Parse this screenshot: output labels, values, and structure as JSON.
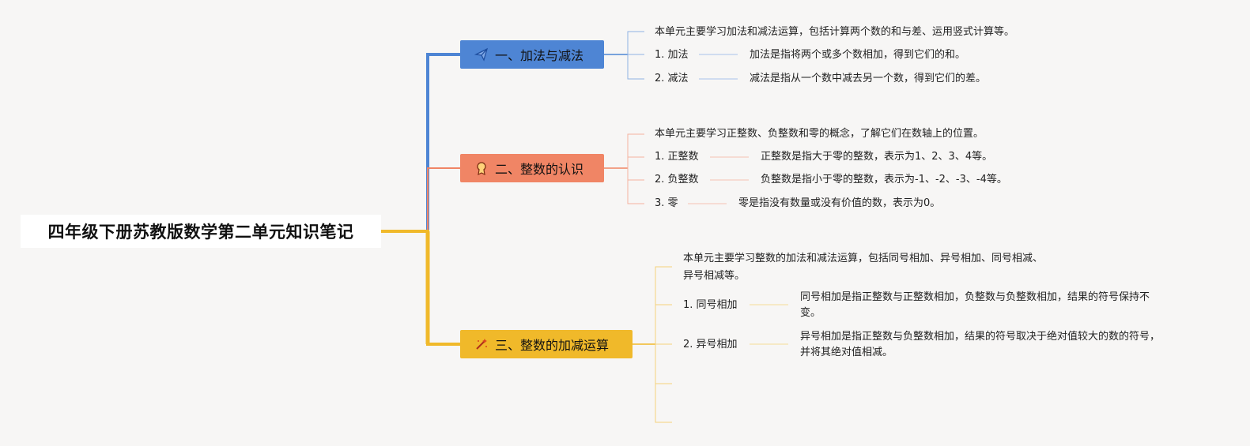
{
  "root": {
    "title": "四年级下册苏教版数学第二单元知识笔记"
  },
  "branches": [
    {
      "title": "一、加法与减法",
      "icon": "paper-plane-icon",
      "color": "#4e85d4",
      "summary": "本单元主要学习加法和减法运算，包括计算两个数的和与差、运用竖式计算等。",
      "items": [
        {
          "label": "1. 加法",
          "desc": "加法是指将两个或多个数相加，得到它们的和。"
        },
        {
          "label": "2. 减法",
          "desc": "减法是指从一个数中减去另一个数，得到它们的差。"
        }
      ]
    },
    {
      "title": "二、整数的认识",
      "icon": "award-ribbon-icon",
      "color": "#f08565",
      "summary": "本单元主要学习正整数、负整数和零的概念，了解它们在数轴上的位置。",
      "items": [
        {
          "label": "1. 正整数",
          "desc": "正整数是指大于零的整数，表示为1、2、3、4等。"
        },
        {
          "label": "2. 负整数",
          "desc": "负整数是指小于零的整数，表示为-1、-2、-3、-4等。"
        },
        {
          "label": "3. 零",
          "desc": "零是指没有数量或没有价值的数，表示为0。"
        }
      ]
    },
    {
      "title": "三、整数的加减运算",
      "icon": "magic-wand-icon",
      "color": "#f0b92a",
      "summary_line1": "本单元主要学习整数的加法和减法运算，包括同号相加、异号相加、同号相减、",
      "summary_line2": "异号相减等。",
      "items": [
        {
          "label": "1. 同号相加",
          "desc_line1": "同号相加是指正整数与正整数相加，负整数与负整数相加，结果的符号保持不",
          "desc_line2": "变。"
        },
        {
          "label": "2. 异号相加",
          "desc_line1": "异号相加是指正整数与负整数相加，结果的符号取决于绝对值较大的数的符号，",
          "desc_line2": "并将其绝对值相减。"
        }
      ]
    }
  ]
}
